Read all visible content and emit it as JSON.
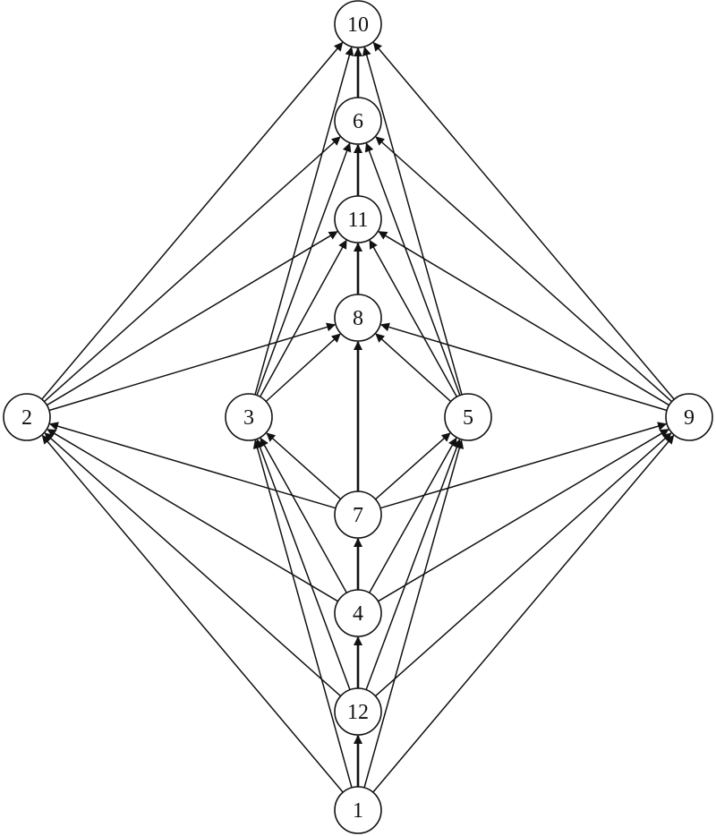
{
  "graph": {
    "nodes": [
      {
        "id": "10",
        "label": "10"
      },
      {
        "id": "6",
        "label": "6"
      },
      {
        "id": "11",
        "label": "11"
      },
      {
        "id": "8",
        "label": "8"
      },
      {
        "id": "2",
        "label": "2"
      },
      {
        "id": "3",
        "label": "3"
      },
      {
        "id": "5",
        "label": "5"
      },
      {
        "id": "9",
        "label": "9"
      },
      {
        "id": "7",
        "label": "7"
      },
      {
        "id": "4",
        "label": "4"
      },
      {
        "id": "12",
        "label": "12"
      },
      {
        "id": "1",
        "label": "1"
      }
    ],
    "edges": [
      [
        "1",
        "12"
      ],
      [
        "12",
        "4"
      ],
      [
        "4",
        "7"
      ],
      [
        "7",
        "8"
      ],
      [
        "8",
        "11"
      ],
      [
        "11",
        "6"
      ],
      [
        "6",
        "10"
      ],
      [
        "1",
        "2"
      ],
      [
        "12",
        "2"
      ],
      [
        "4",
        "2"
      ],
      [
        "7",
        "2"
      ],
      [
        "1",
        "9"
      ],
      [
        "12",
        "9"
      ],
      [
        "4",
        "9"
      ],
      [
        "7",
        "9"
      ],
      [
        "1",
        "3"
      ],
      [
        "12",
        "3"
      ],
      [
        "4",
        "3"
      ],
      [
        "7",
        "3"
      ],
      [
        "1",
        "5"
      ],
      [
        "12",
        "5"
      ],
      [
        "4",
        "5"
      ],
      [
        "7",
        "5"
      ],
      [
        "2",
        "8"
      ],
      [
        "2",
        "11"
      ],
      [
        "2",
        "6"
      ],
      [
        "2",
        "10"
      ],
      [
        "9",
        "8"
      ],
      [
        "9",
        "11"
      ],
      [
        "9",
        "6"
      ],
      [
        "9",
        "10"
      ],
      [
        "3",
        "8"
      ],
      [
        "3",
        "11"
      ],
      [
        "3",
        "6"
      ],
      [
        "3",
        "10"
      ],
      [
        "5",
        "8"
      ],
      [
        "5",
        "11"
      ],
      [
        "5",
        "6"
      ],
      [
        "5",
        "10"
      ]
    ],
    "colors": {
      "stroke": "#111111",
      "background": "#ffffff"
    }
  }
}
